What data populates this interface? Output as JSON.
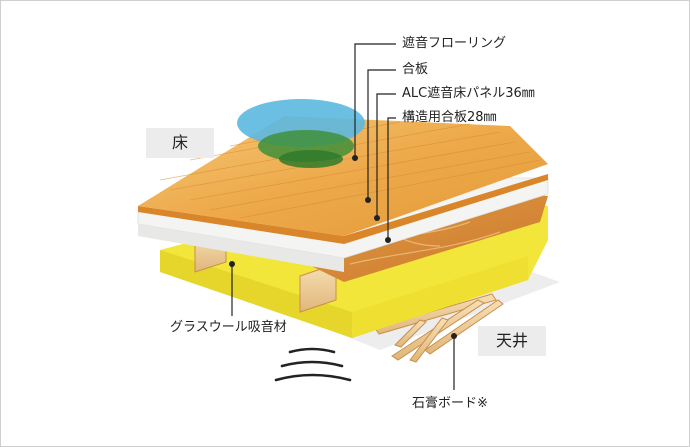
{
  "tags": {
    "floor": "床",
    "ceiling": "天井"
  },
  "labels": {
    "flooring": "遮音フローリング",
    "plywood": "合板",
    "alc_panel": "ALC遮音床パネル36㎜",
    "structural_plywood": "構造用合板28㎜",
    "glass_wool": "グラスウール吸音材",
    "gypsum_board": "石膏ボード※"
  },
  "colors": {
    "wood_light": "#f0b85a",
    "wood_dark": "#d9862a",
    "alc_white": "#f4f4f2",
    "insulation_yellow": "#f3e63a",
    "gypsum": "#ececec",
    "impact_blue": "#5bb8e0",
    "impact_green": "#3f8f3a",
    "leader_line": "#222222"
  }
}
